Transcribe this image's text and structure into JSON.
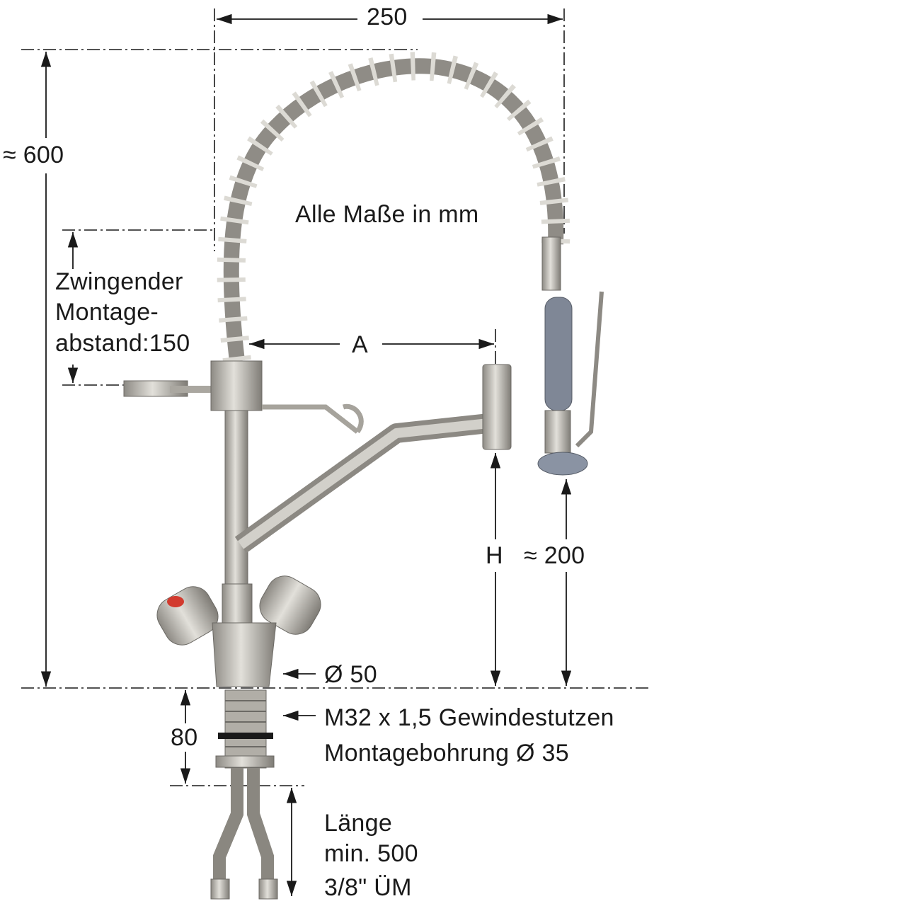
{
  "dimensions": {
    "width_total": "250",
    "height_total": "≈ 600",
    "units_note": "Alle Maße in mm",
    "mount_distance": [
      "Zwingender",
      "Montage-",
      "abstand:150"
    ],
    "reach": "A",
    "spout_height": "H",
    "spray_height": "≈ 200",
    "base_diameter": "Ø 50",
    "thread_length": "80",
    "thread": "M32 x 1,5 Gewindestutzen",
    "mounting_hole": "Montagebohrung Ø 35",
    "hose": [
      "Länge",
      "min. 500",
      "3/8\" ÜM"
    ]
  },
  "colors": {
    "line": "#1a1a1a",
    "steel": "#b9b6ae",
    "steel_dark": "#7d7a74",
    "grip": "#7f8796",
    "hot_marker": "#d23a2e"
  }
}
